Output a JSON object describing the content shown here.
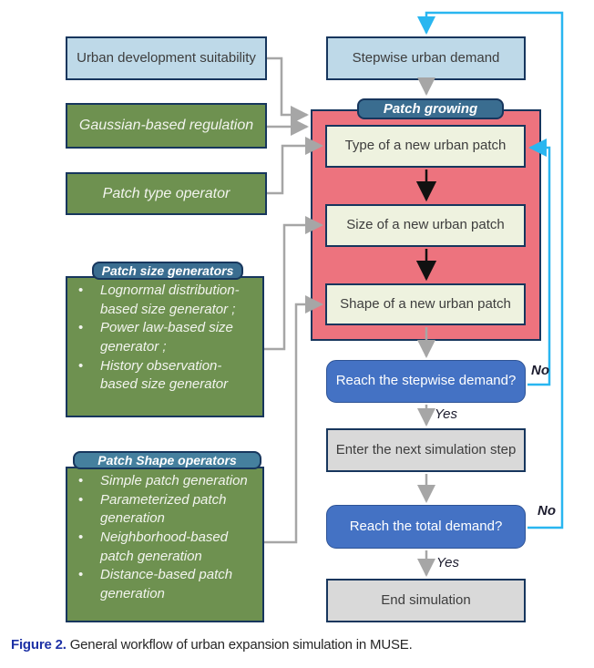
{
  "figure": {
    "caption_label": "Figure 2.",
    "caption_text": "General workflow of urban expansion simulation in MUSE."
  },
  "left_panel": {
    "urban_dev_suitability": "Urban development suitability",
    "gaussian_regulation": "Gaussian-based regulation",
    "patch_type_operator": "Patch type operator",
    "size_generators": {
      "title": "Patch size generators",
      "items": [
        "Lognormal distribution-based size generator ;",
        "Power law-based size generator ;",
        "History observation-based size generator"
      ]
    },
    "shape_operators": {
      "title": "Patch Shape operators",
      "items": [
        "Simple patch generation",
        "Parameterized patch generation",
        "Neighborhood-based patch generation",
        "Distance-based patch generation"
      ]
    }
  },
  "flow": {
    "stepwise_demand": "Stepwise urban demand",
    "patch_growing_title": "Patch growing",
    "type_patch": "Type of a new urban patch",
    "size_patch": "Size of a new urban patch",
    "shape_patch": "Shape of a new urban patch",
    "reach_stepwise": "Reach the stepwise demand?",
    "enter_next_step": "Enter the next simulation step",
    "reach_total": "Reach the total demand?",
    "end_simulation": "End simulation",
    "labels": {
      "yes_stepwise": "Yes",
      "no_stepwise": "No",
      "yes_total": "Yes",
      "no_total": "No"
    }
  },
  "colors": {
    "light_blue_fill": "#bed9e8",
    "green_fill": "#6e9150",
    "cream_fill": "#eef2df",
    "red_container_fill": "#ed737e",
    "decision_blue_fill": "#4472c4",
    "gray_fill": "#d9d9d9",
    "border_navy": "#17365d",
    "header_steel": "#3a6d90",
    "header_teal": "#45809e",
    "connector_gray": "#a6a6a6",
    "feedback_cyan": "#29b6f0",
    "caption_blue": "#1e32a6"
  }
}
